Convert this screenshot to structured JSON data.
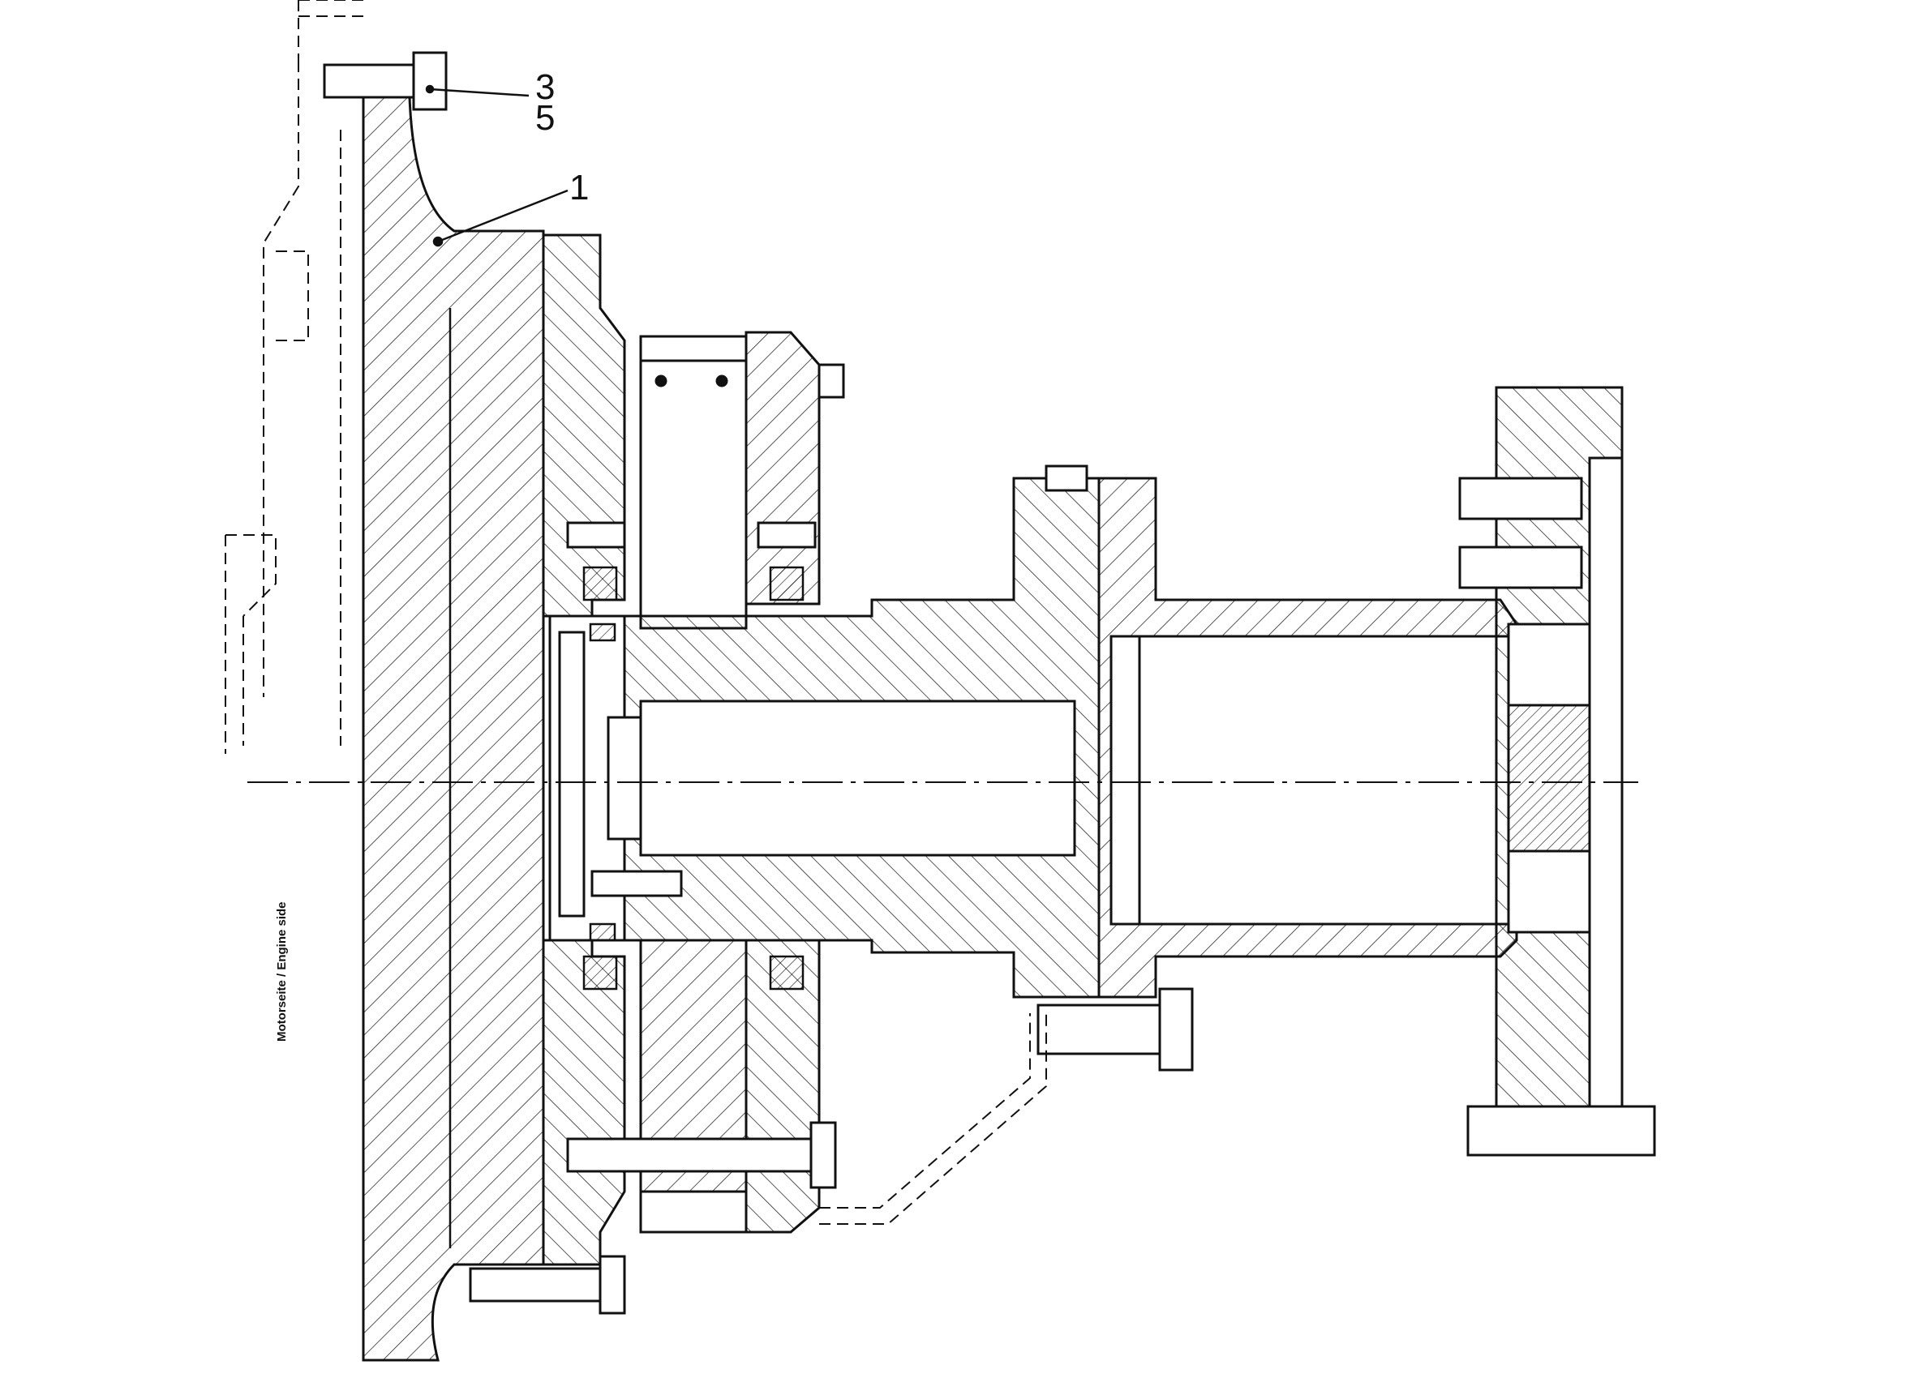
{
  "callouts": {
    "item_3": "3",
    "item_5": "5",
    "item_1": "1"
  },
  "side_label": "Motorseite / Engine side",
  "colors": {
    "line": "#111111",
    "paper": "#ffffff"
  }
}
